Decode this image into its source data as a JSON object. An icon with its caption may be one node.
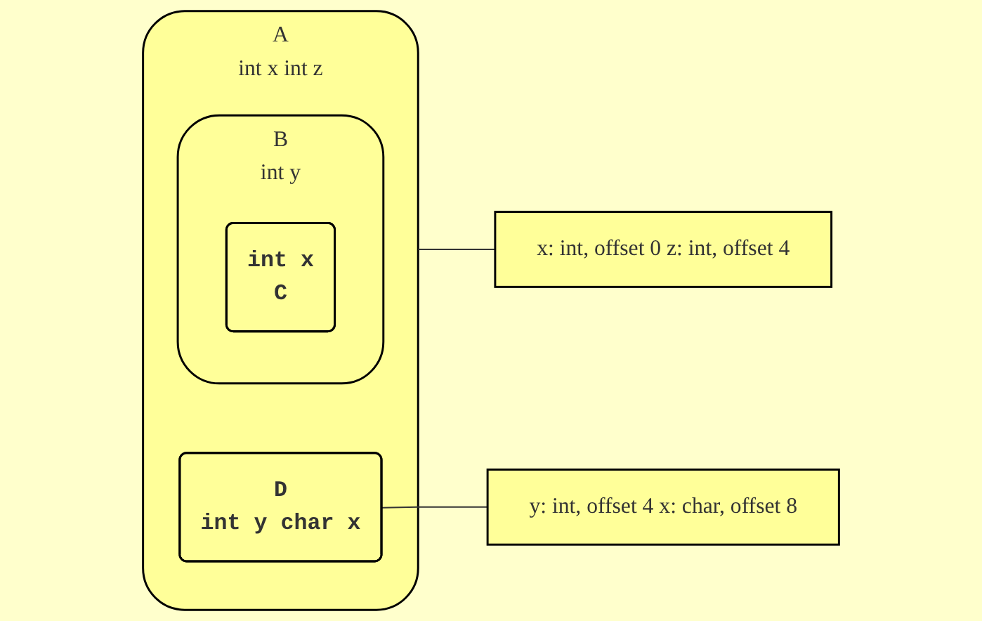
{
  "diagram": {
    "nodes": [
      {
        "text": [
          "A",
          "int x int z"
        ]
      },
      {
        "text": [
          "B",
          "int y"
        ],
        "in": 0
      },
      {
        "text": [
          "int x",
          "C"
        ],
        "in": 1
      },
      {
        "text": [
          "D",
          "int y char x"
        ],
        "in": 0
      },
      {
        "text": [
          "x: int, offset 0 z: int, offset 4"
        ]
      },
      {
        "text": [
          "y: int, offset 4 x: char, offset 8"
        ]
      }
    ],
    "edges": [
      {
        "from": 4,
        "to": 0,
        "arrow": "none"
      },
      {
        "from": 5,
        "to": 3,
        "arrow": "none"
      }
    ]
  }
}
